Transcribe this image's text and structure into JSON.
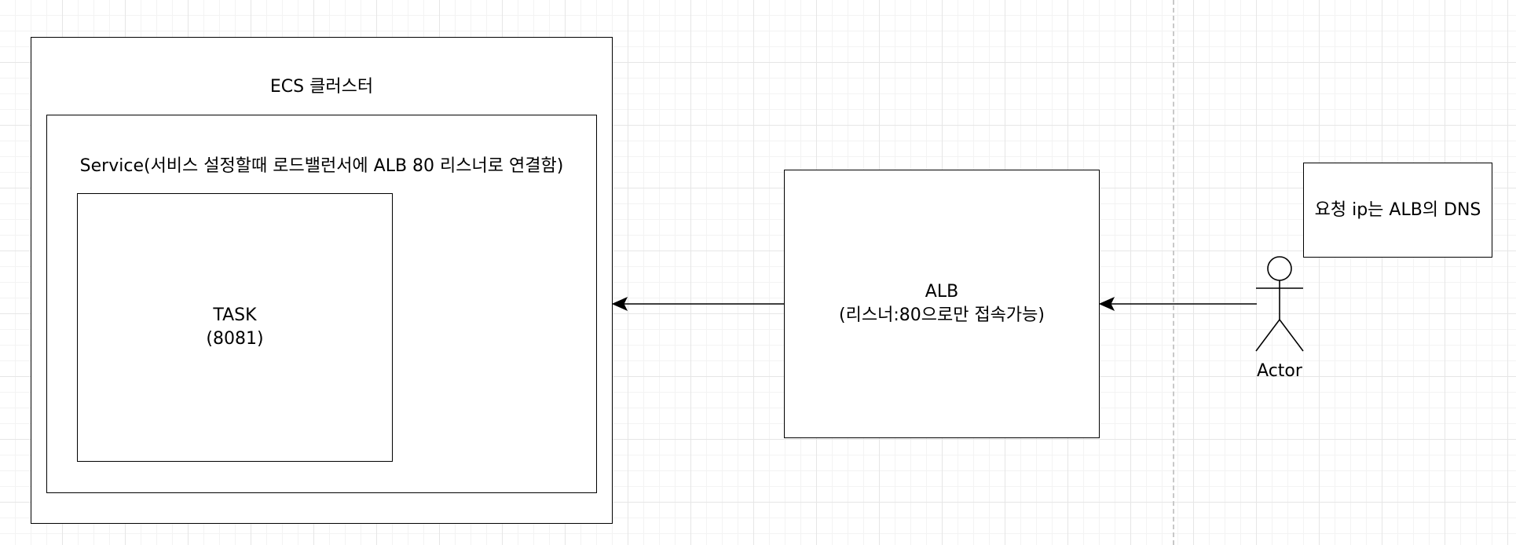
{
  "cluster": {
    "label": "ECS 클러스터"
  },
  "service": {
    "label": "Service(서비스 설정할때 로드밸런서에 ALB 80 리스너로 연결함)"
  },
  "task": {
    "line1": "TASK",
    "line2": "(8081)"
  },
  "alb": {
    "line1": "ALB",
    "line2": "(리스너:80으로만 접속가능)"
  },
  "actor": {
    "label": "Actor"
  },
  "note": {
    "text": "요청 ip는 ALB의 DNS"
  }
}
